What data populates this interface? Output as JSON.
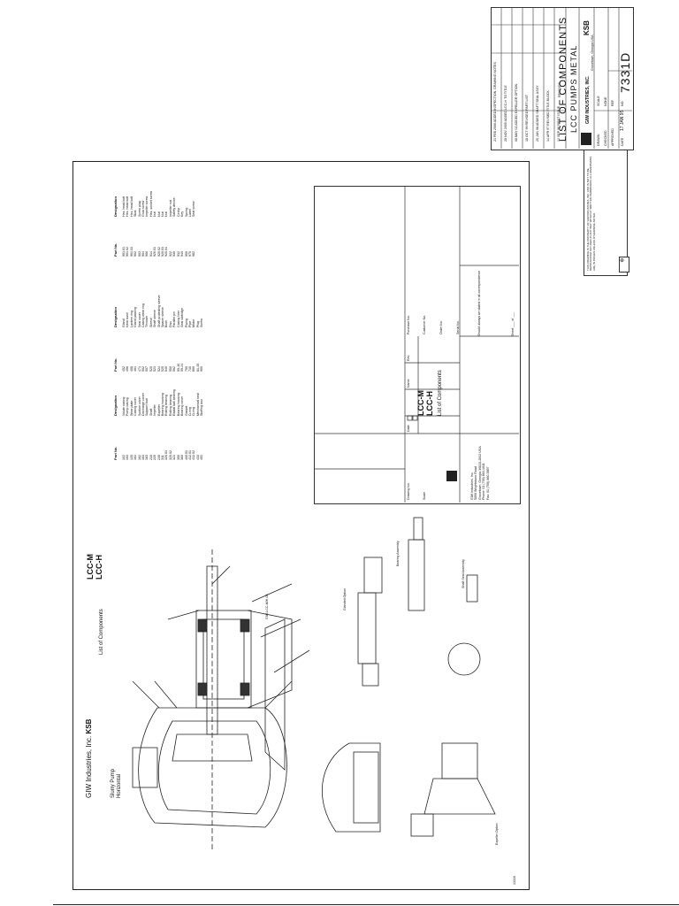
{
  "sheet": {
    "header_title": "List of Components",
    "models": [
      "LCC-M",
      "LCC-H"
    ],
    "company": "GIW Industries, Inc.",
    "brand": "KSB",
    "pump_label": "Slurry Pump",
    "pump_sublabel": "Horizontal",
    "bearing_assembly": "Bearing Assembly",
    "gland_option": "Glanded Option",
    "shaft_seal_assembly": "Shaft Seal Assembly",
    "expeller_option": "Expeller Option",
    "ref_code": "GIW-LCC-M/H-05",
    "page_code": "13310"
  },
  "parts_header": {
    "part_no": "Part No.",
    "designation": "Designation"
  },
  "parts_columns": [
    "102\n103\n135\n161\n162\n163\n183\n210\n220\n230\n311\n320.01\n320.02\n321\n350\n360\n400.01\n412.01\n412.02\n433\n451",
    "Volute casing\nPump casing\nWear plate\nCasing cover\nSuction cover\nDischarge cover\nSupport foot\nShaft\nImpeller\nExpeller\nBearing housing\nRolling bearing\nRolling bearing\nRadial ball bearing\nBearing housing\nBearing cover\nGasket\nO-ring\nO-ring\nMechanical seal\nStuffing box",
    "452\n456\n458\n461\n471\n502\n507\n520\n523\n524\n525\n540\n550\n562\n59-10\n59-24\n700\n710\n800\n81-45\n900",
    "Gland\nNeck bush\nLantern ring\nGland packing\nSeal cover\nCasing wear ring\nThrower\nSleeve\nShaft sleeve\nShaft protecting sleeve\nSpacer sleeve\nBush\nDisc\nParallel pin\nCasing liner\nSeal cartridge\nPiping\nPipe\nMotor\nPlug\nScrew",
    "901.01\n901.02\n901.03\n902\n903\n904\n906\n914\n920.01\n920.02\n920.03\n920.04\n922\n930\n932\n940\n950\n970\n982",
    "Hex. head bolt\nHex. head bolt\nHex. head bolt\nStud\nScrew plug\nGrub screw\nImpeller screw\nHex. socket screw\nNut\nNut\nNut\nNut\nImpeller nut\nSafety device\nCirclip\nKey\nSpring\nLabel\nSeal screw"
  ],
  "form": {
    "drawing_no": "Drawing No.",
    "scale": "Scale",
    "date": "Date",
    "name": "Name",
    "rev": "Rev.",
    "purchase_no": "Purchase No.",
    "customer_no": "Customer No.",
    "order_no": "Order No.",
    "serial_no": "Serial No.",
    "list_title": "List of Components",
    "model_m": "LCC-M",
    "model_h": "LCC-H",
    "address": "GIW Industries, Inc.\n5000 Wrightsboro Road\nGrovetown, Georgia 30813-2842 USA\nPhone: 01 (706) 863-1011\nFax: 01 (706) 860-5897",
    "note": "Should always be stated in all correspondence",
    "sheet": "Sheet ___ of ___"
  },
  "titleblock": {
    "title_line1": "LIST OF COMPONENTS",
    "title_line2": "LCC PUMPS METAL",
    "company": "GIW INDUSTRIES, INC.",
    "location": "Grovetown, Georgia USA",
    "brand": "KSB",
    "drawn": "DRAWN",
    "checked": "CHECKED",
    "approved": "APPROVED",
    "date_label": "DATE",
    "date_value": "17 JAN 95",
    "scale_label": "SCALE",
    "scale_value": "NONE",
    "ref_label": "REF",
    "dwg_label": "NO.",
    "dwg_no": "7331D",
    "rev_rows": [
      "21 FEB 2006  ADDED INSPECTION, DRAWING NOTES",
      "28 NOV 2005  ADDED LCC-H TO TITLE",
      "08 MAY 02    ADDED EXPELLER OPTION",
      "18 OCT 99    REVISED PART LIST",
      "25 JUN 98    ADDED SHAFT SEAL ASSY",
      "14 APR 97    REVISED TITLE BLOCK",
      "12 SEP 96    FIRST ISSUE"
    ],
    "rev_header": "REVISION",
    "notice": "THIS DRAWING IS THE PROPERTY OF GIW INDUSTRIES, INC. AND IS NOT TO BE REPRODUCED OR USED IN ANY WAY WITHOUT WRITTEN PERMISSION. ALL DIMENSIONS ARE IN INCHES UNLESS OTHERWISE NOTED."
  }
}
